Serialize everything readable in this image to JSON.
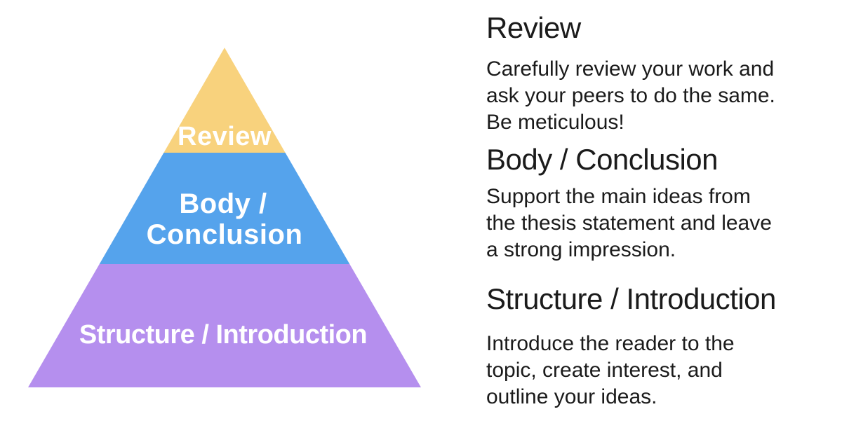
{
  "background_color": "#ffffff",
  "pyramid": {
    "label_color": "#ffffff",
    "levels": [
      {
        "name": "review",
        "color": "#f8d27d",
        "lines": [
          "Review"
        ]
      },
      {
        "name": "body-conclusion",
        "color": "#55a3ec",
        "lines": [
          "Body /",
          "Conclusion"
        ]
      },
      {
        "name": "structure-introduction",
        "color": "#b58fee",
        "lines": [
          "Structure / Introduction"
        ]
      }
    ]
  },
  "descriptions": {
    "text_color": "#1b1b1b",
    "sections": [
      {
        "heading": "Review",
        "lines": [
          "Carefully review your work and",
          "ask your peers to do the same.",
          "Be meticulous!"
        ]
      },
      {
        "heading": "Body / Conclusion",
        "lines": [
          "Support the main ideas from",
          "the thesis statement and leave",
          "a strong impression."
        ]
      },
      {
        "heading": "Structure / Introduction",
        "lines": [
          "Introduce the reader to the",
          "topic, create interest, and",
          "outline your ideas."
        ]
      }
    ]
  }
}
